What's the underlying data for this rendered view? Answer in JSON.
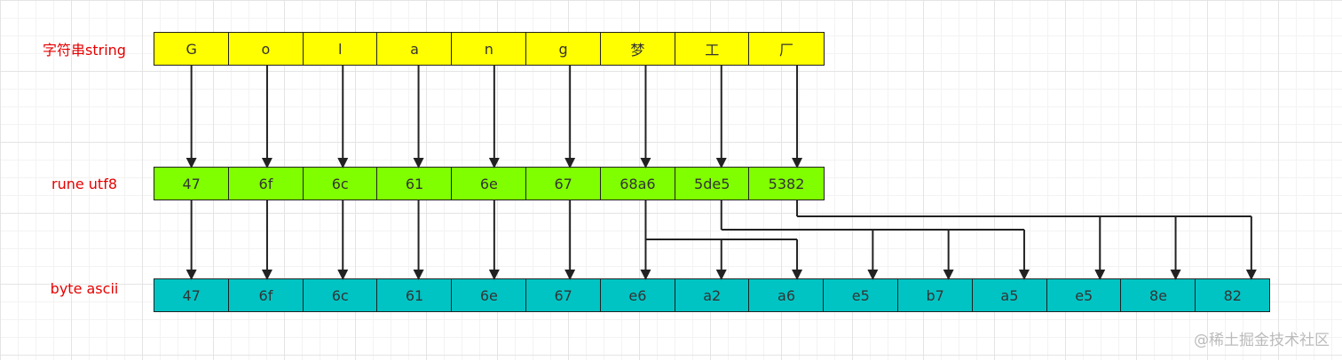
{
  "labels": {
    "string": "字符串string",
    "rune": "rune utf8",
    "byte": "byte ascii"
  },
  "string_cells": [
    "G",
    "o",
    "l",
    "a",
    "n",
    "g",
    "梦",
    "工",
    "厂"
  ],
  "rune_cells": [
    "47",
    "6f",
    "6c",
    "61",
    "6e",
    "67",
    "68a6",
    "5de5",
    "5382"
  ],
  "byte_cells": [
    "47",
    "6f",
    "6c",
    "61",
    "6e",
    "67",
    "e6",
    "a2",
    "a6",
    "e5",
    "b7",
    "a5",
    "e5",
    "8e",
    "82"
  ],
  "rune_to_bytes": [
    [
      0
    ],
    [
      1
    ],
    [
      2
    ],
    [
      3
    ],
    [
      4
    ],
    [
      5
    ],
    [
      6,
      7,
      8
    ],
    [
      9,
      10,
      11
    ],
    [
      12,
      13,
      14
    ]
  ],
  "watermark": "@稀土掘金技术社区",
  "colors": {
    "string_fill": "#ffff00",
    "rune_fill": "#80ff00",
    "byte_fill": "#00c4c4",
    "label_text": "#e60000",
    "line": "#222222"
  }
}
